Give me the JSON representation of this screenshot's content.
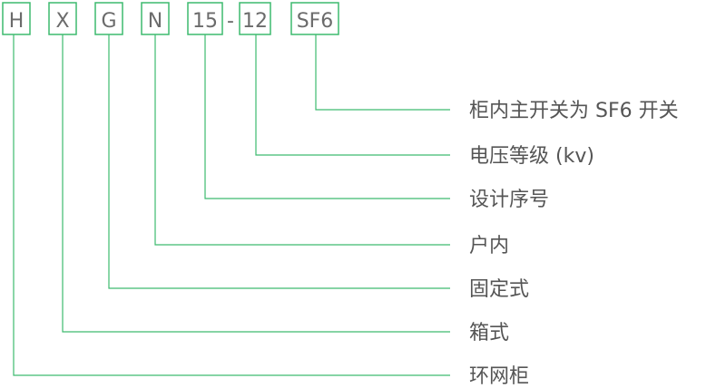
{
  "accent_color": "#3dba6f",
  "code": {
    "parts": [
      "H",
      "X",
      "G",
      "N",
      "15",
      "12",
      "SF6"
    ],
    "separator": "-"
  },
  "labels": [
    "柜内主开关为 SF6 开关",
    "电压等级 (kv)",
    "设计序号",
    "户内",
    "固定式",
    "箱式",
    "环网柜"
  ]
}
